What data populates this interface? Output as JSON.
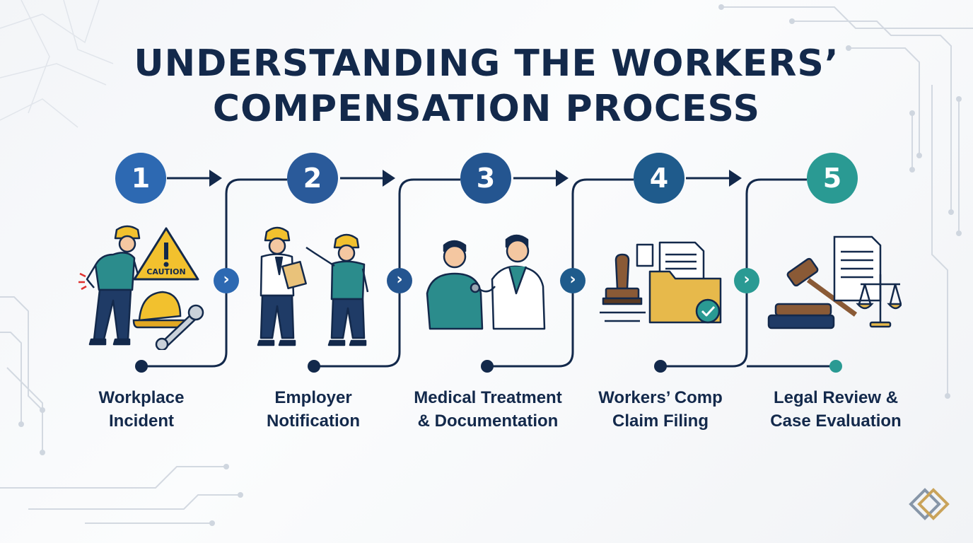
{
  "title": {
    "line1": "UNDERSTANDING THE WORKERS’",
    "line2": "COMPENSATION PROCESS"
  },
  "steps": [
    {
      "number": "1",
      "line1": "Workplace",
      "line2": "Incident",
      "color": "#2d69b2"
    },
    {
      "number": "2",
      "line1": "Employer",
      "line2": "Notification",
      "color": "#2a5a9a"
    },
    {
      "number": "3",
      "line1": "Medical Treatment",
      "line2": "& Documentation",
      "color": "#245590"
    },
    {
      "number": "4",
      "line1": "Workers’ Comp",
      "line2": "Claim Filing",
      "color": "#1f5b8c"
    },
    {
      "number": "5",
      "line1": "Legal Review &",
      "line2": "Case Evaluation",
      "color": "#2a9a93"
    }
  ],
  "caution_sign": "CAUTION",
  "colors": {
    "navy": "#13294b",
    "blue": "#2d69b2",
    "teal": "#2a9a93",
    "shirt": "#2b8c8c",
    "hardhat": "#f2c12e"
  },
  "icons": [
    "injured-worker-icon",
    "caution-sign-icon",
    "hard-hat-icon",
    "wrench-icon",
    "supervisor-clipboard-icon",
    "pointing-worker-icon",
    "patient-icon",
    "doctor-stethoscope-icon",
    "rubber-stamp-icon",
    "folder-check-icon",
    "gavel-icon",
    "law-books-icon",
    "scales-of-justice-icon",
    "brand-logo-icon"
  ]
}
